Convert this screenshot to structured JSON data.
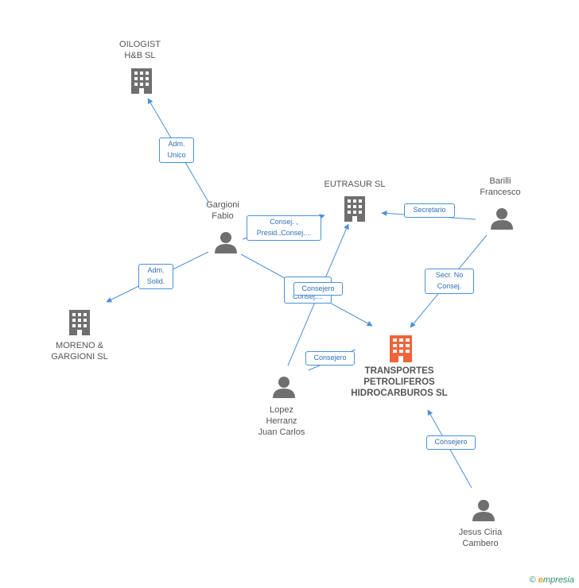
{
  "nodes": {
    "oilogist": {
      "label": "OILOGIST\nH&B  SL"
    },
    "eutrasur": {
      "label": "EUTRASUR SL"
    },
    "moreno": {
      "label": "MORENO &\nGARGIONI  SL"
    },
    "transportes": {
      "label": "TRANSPORTES\nPETROLIFEROS\nHIDROCARBUROS SL"
    },
    "gargioni": {
      "label": "Gargioni\nFabio"
    },
    "barilli": {
      "label": "Barilli\nFrancesco"
    },
    "lopez": {
      "label": "Lopez\nHerranz\nJuan Carlos"
    },
    "jesus": {
      "label": "Jesus Ciria\nCambero"
    }
  },
  "edges": {
    "gargioni_oilogist": "Adm.\nUnico",
    "gargioni_eutrasur": "Consej. ,\nPresid.,Consej....",
    "gargioni_moreno": "Adm.\nSolid.",
    "gargioni_transportes_a": "Consej....",
    "gargioni_transportes_b": "Consejero",
    "barilli_eutrasur": "Secretario",
    "barilli_transportes": "Secr.  No\nConsej.",
    "lopez_transportes": "Consejero",
    "jesus_transportes": "Consejero"
  },
  "colors": {
    "edge": "#4a90d9",
    "company": "#6f6f6f",
    "main_company": "#f0643a",
    "person": "#6f6f6f"
  },
  "footer": {
    "copyright": "©",
    "brand_initial": "e",
    "brand_rest": "mpresia"
  }
}
